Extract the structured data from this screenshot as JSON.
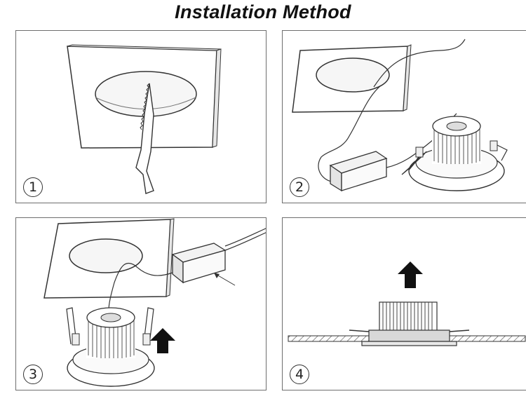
{
  "title": "Installation Method",
  "steps": [
    {
      "number": "1"
    },
    {
      "number": "2"
    },
    {
      "number": "3"
    },
    {
      "number": "4"
    }
  ]
}
